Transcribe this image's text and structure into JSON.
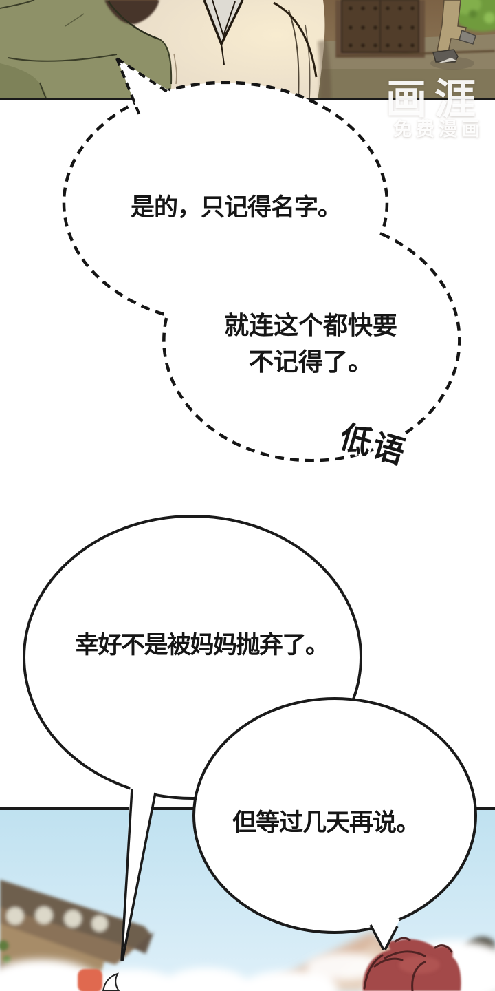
{
  "watermark": {
    "logo": "画涯",
    "subtitle": "免费漫画"
  },
  "dialogue": {
    "bubble1_line1": "是的，只记得名字。",
    "bubble1_line2a": "就连这个都快要",
    "bubble1_line2b": "不记得了。",
    "sfx_whisper": "低语",
    "bubble2": "幸好不是被妈妈抛弃了。",
    "bubble3": "但等过几天再说。"
  },
  "colors": {
    "ink": "#1a1a1a",
    "sky": "#c2e3f1",
    "sweater": "#ebdfca",
    "olive_jacket": "#8e9168",
    "wall_brown": "#8b7050",
    "door_brown": "#513d2b",
    "ground": "#8e8266",
    "bush_green": "#6f9b3d",
    "roof": "#6e5f4e",
    "roof_wall": "#a78c68",
    "mountain": "#d9b59c",
    "hair_red": "#a34a49",
    "cloud": "#ffffff"
  }
}
